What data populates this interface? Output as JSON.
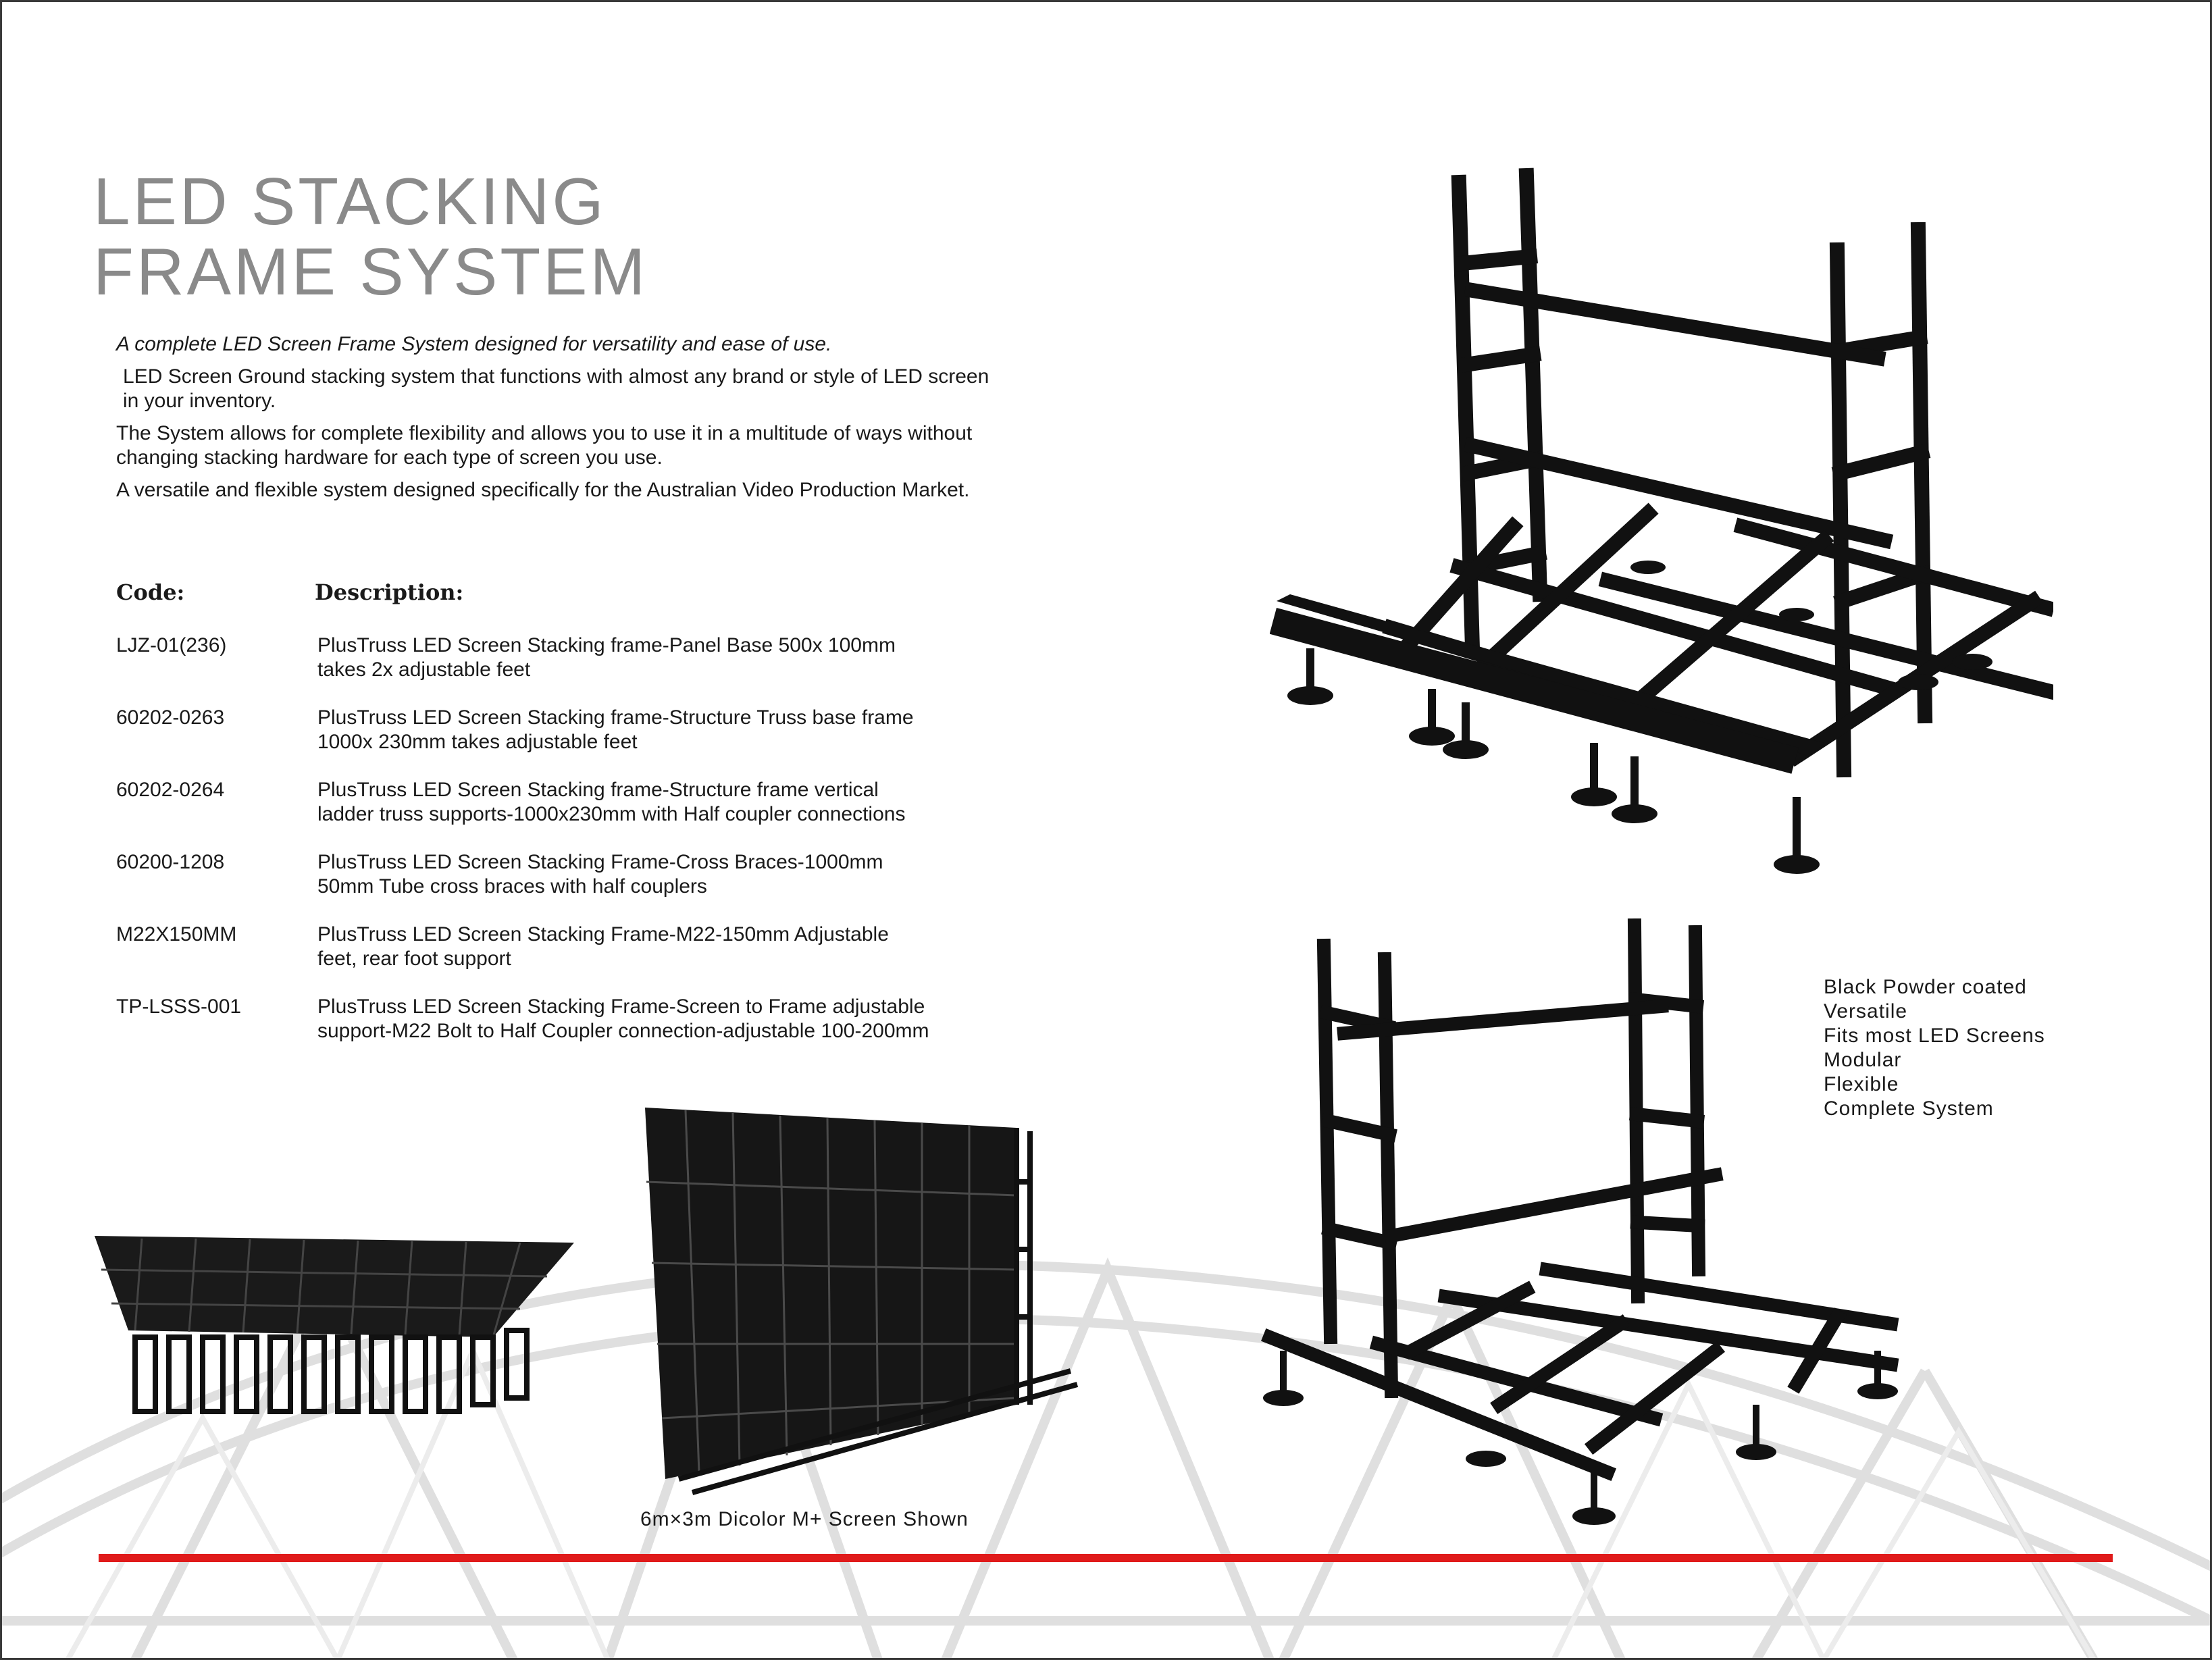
{
  "title_lines": [
    "LED STACKING",
    "FRAME SYSTEM"
  ],
  "intro": {
    "lead": "A complete LED Screen Frame System designed for versatility and ease of use.",
    "p1": "LED Screen Ground stacking system that functions with almost any brand or style of LED screen in your inventory.",
    "p2": "The System allows for complete flexibility and allows you to use it in a multitude of ways without changing stacking hardware for each type of screen you use.",
    "p3": "A versatile and flexible system designed specifically for the Australian Video Production Market."
  },
  "table": {
    "code_header": "Code:",
    "description_header": "Description:",
    "rows": [
      {
        "code": "LJZ-01(236)",
        "description": "PlusTruss LED Screen Stacking frame-Panel Base 500x 100mm\n takes 2x adjustable feet"
      },
      {
        "code": "60202-0263",
        "description": "PlusTruss LED Screen Stacking frame-Structure Truss base frame\n1000x 230mm takes adjustable feet"
      },
      {
        "code": "60202-0264",
        "description": "PlusTruss LED Screen Stacking frame-Structure  frame  vertical\nladder  truss  supports-1000x230mm  with Half coupler connections"
      },
      {
        "code": "60200-1208",
        "description": "PlusTruss LED Screen Stacking Frame-Cross Braces-1000mm\n50mm Tube  cross  braces  with  half  couplers"
      },
      {
        "code": "M22X150MM",
        "description": "PlusTruss  LED  Screen  Stacking  Frame-M22-150mm  Adjustable\nfeet,  rear  foot  support"
      },
      {
        "code": "TP-LSSS-001",
        "description": "PlusTruss LED Screen Stacking  Frame-Screen to Frame  adjustable\nsupport-M22 Bolt to Half Coupler  connection-adjustable 100-200mm"
      }
    ]
  },
  "features": [
    "Black  Powder  coated",
    "Versatile",
    "Fits  most LED Screens",
    "Modular",
    "Flexible",
    "Complete System"
  ],
  "caption": "6m×3m  Dicolor M+ Screen Shown",
  "colors": {
    "accent_line": "#e01b1b",
    "title": "#8a8a8a",
    "frame": "#111111"
  }
}
